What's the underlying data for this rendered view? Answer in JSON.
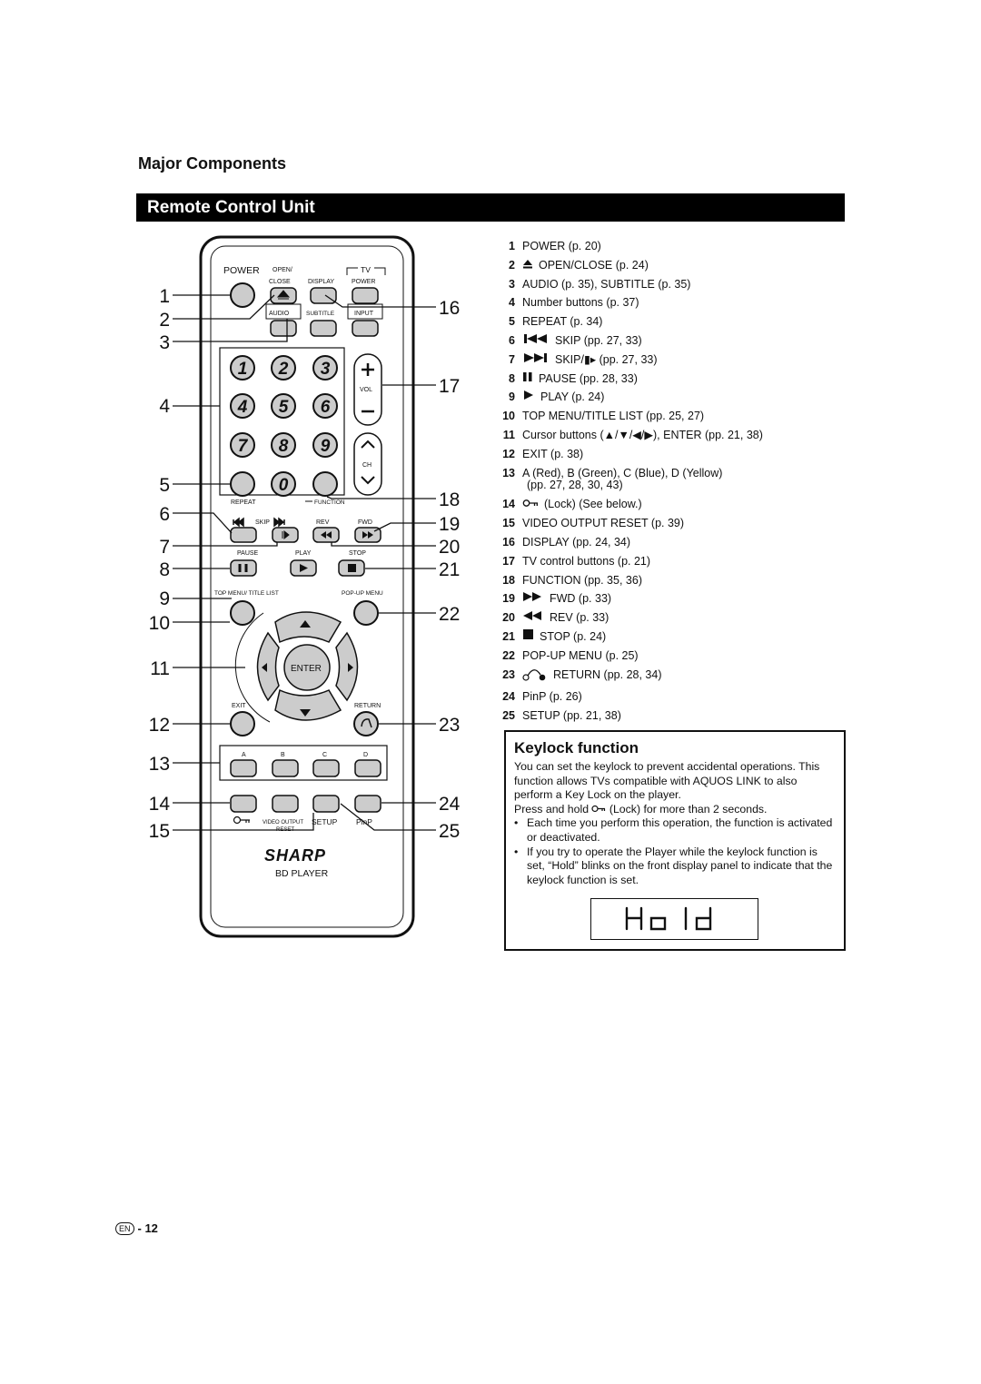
{
  "section_title": "Major Components",
  "banner_title": "Remote Control Unit",
  "remote": {
    "callouts_left": [
      "1",
      "2",
      "3",
      "4",
      "5",
      "6",
      "7",
      "8",
      "9",
      "10",
      "11",
      "12",
      "13",
      "14",
      "15"
    ],
    "callouts_right": [
      "16",
      "17",
      "18",
      "19",
      "20",
      "21",
      "22",
      "23",
      "24",
      "25"
    ],
    "labels": {
      "power": "POWER",
      "open": "OPEN/",
      "close": "CLOSE",
      "display": "DISPLAY",
      "tv": "TV",
      "tv_power": "POWER",
      "audio": "AUDIO",
      "subtitle": "SUBTITLE",
      "input": "INPUT",
      "vol": "VOL",
      "ch": "CH",
      "repeat": "REPEAT",
      "function": "FUNCTION",
      "skip": "SKIP",
      "rev": "REV",
      "fwd": "FWD",
      "pause": "PAUSE",
      "play": "PLAY",
      "stop": "STOP",
      "top_menu": "TOP MENU/ TITLE LIST",
      "popup_menu": "POP-UP MENU",
      "enter": "ENTER",
      "exit": "EXIT",
      "return": "RETURN",
      "a": "A",
      "b": "B",
      "c": "C",
      "d": "D",
      "video_output": "VIDEO OUTPUT",
      "reset": "RESET",
      "setup": "SETUP",
      "pinp": "PinP",
      "brand": "SHARP",
      "model": "BD PLAYER"
    },
    "number_keys": [
      "1",
      "2",
      "3",
      "4",
      "5",
      "6",
      "7",
      "8",
      "9",
      "0"
    ]
  },
  "components": [
    {
      "num": "1",
      "icon": "",
      "text": "POWER (p. 20)"
    },
    {
      "num": "2",
      "icon": "eject-icon",
      "text": "OPEN/CLOSE (p. 24)"
    },
    {
      "num": "3",
      "icon": "",
      "text": "AUDIO (p. 35), SUBTITLE (p. 35)"
    },
    {
      "num": "4",
      "icon": "",
      "text": "Number buttons (p. 37)"
    },
    {
      "num": "5",
      "icon": "",
      "text": "REPEAT (p. 34)"
    },
    {
      "num": "6",
      "icon": "skip-back-icon",
      "text": "SKIP (pp. 27, 33)"
    },
    {
      "num": "7",
      "icon": "skip-forward-icon",
      "text": "SKIP/▮▸ (pp. 27, 33)"
    },
    {
      "num": "8",
      "icon": "pause-icon",
      "text": "PAUSE (pp. 28, 33)"
    },
    {
      "num": "9",
      "icon": "play-icon",
      "text": "PLAY (p. 24)"
    },
    {
      "num": "10",
      "icon": "",
      "text": "TOP MENU/TITLE LIST (pp. 25, 27)"
    },
    {
      "num": "11",
      "icon": "",
      "text": "Cursor buttons (▲/▼/◀/▶), ENTER (pp. 21, 38)"
    },
    {
      "num": "12",
      "icon": "",
      "text": "EXIT (p. 38)"
    },
    {
      "num": "13",
      "icon": "",
      "text": "A (Red), B (Green), C (Blue), D (Yellow)",
      "cont": "(pp. 27, 28, 30, 43)"
    },
    {
      "num": "14",
      "icon": "key-icon",
      "text": "(Lock) (See below.)"
    },
    {
      "num": "15",
      "icon": "",
      "text": "VIDEO OUTPUT RESET (p. 39)"
    },
    {
      "num": "16",
      "icon": "",
      "text": "DISPLAY (pp. 24, 34)"
    },
    {
      "num": "17",
      "icon": "",
      "text": "TV control buttons (p. 21)"
    },
    {
      "num": "18",
      "icon": "",
      "text": "FUNCTION (pp. 35, 36)"
    },
    {
      "num": "19",
      "icon": "fast-forward-icon",
      "text": "FWD (p. 33)"
    },
    {
      "num": "20",
      "icon": "rewind-icon",
      "text": "REV (p. 33)"
    },
    {
      "num": "21",
      "icon": "stop-icon",
      "text": "STOP (p. 24)"
    },
    {
      "num": "22",
      "icon": "",
      "text": "POP-UP MENU (p. 25)"
    },
    {
      "num": "23",
      "icon": "return-icon",
      "text": "RETURN (pp. 28, 34)"
    },
    {
      "num": "24",
      "icon": "",
      "text": "PinP (p. 26)"
    },
    {
      "num": "25",
      "icon": "",
      "text": "SETUP (pp. 21, 38)"
    }
  ],
  "keylock": {
    "title": "Keylock function",
    "para1": "You can set the keylock to prevent accidental operations. This function allows TVs compatible with AQUOS LINK to also perform a Key Lock on the player.",
    "para2_before": "Press and hold ",
    "para2_after": " (Lock) for more than 2 seconds.",
    "bullets": [
      "Each time you perform this operation, the function is activated or deactivated.",
      "If you try to operate the Player while the keylock function is set, “Hold” blinks on the front display panel to indicate that the keylock function is set."
    ],
    "display_text": "Hold"
  },
  "footer": {
    "lang": "EN",
    "page": "- 12"
  }
}
